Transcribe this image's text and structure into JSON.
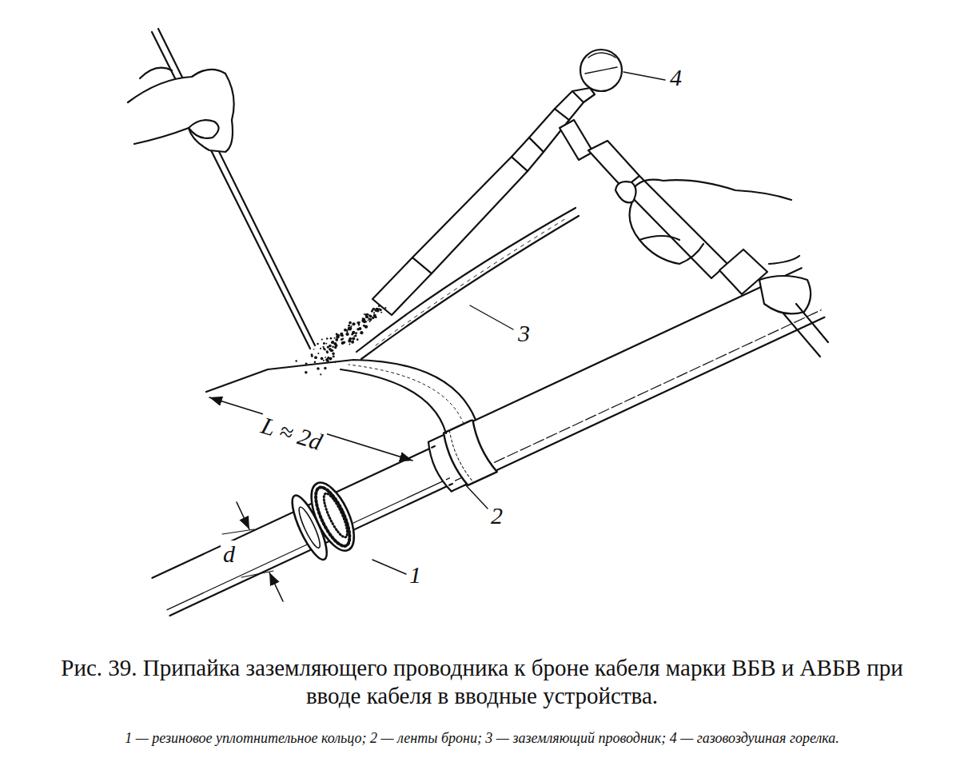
{
  "diagram": {
    "caption": "Рис. 39. Припайка заземляющего проводника к броне кабеля марки ВБВ и АВБВ при вводе кабеля в вводные устройства.",
    "labels": [
      "4",
      "3",
      "L ≈ 2d",
      "2",
      "d",
      "1",
      "1 — резиновое уплотнительное кольцо; 2 — ленты брони; 3 — заземляющий проводник; 4 — газовоздушная горелка."
    ]
  }
}
